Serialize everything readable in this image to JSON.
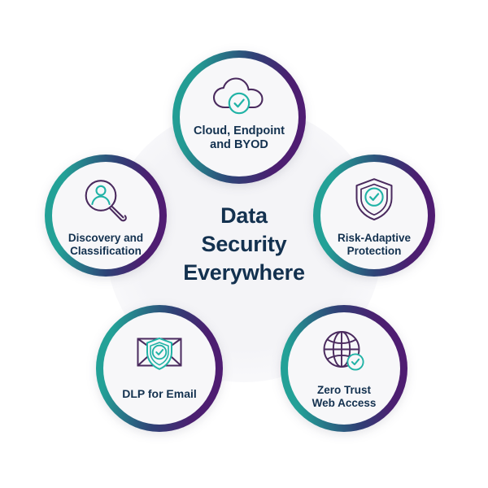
{
  "diagram": {
    "title": "Data Security Everywhere",
    "center": {
      "lines": [
        "Data",
        "Security",
        "Everywhere"
      ]
    },
    "colors": {
      "ring_start_teal": "#23a197",
      "ring_mid_blue": "#2f4276",
      "ring_end_purple": "#4e1d72",
      "icon_purple": "#4a2a5e",
      "icon_teal": "#21b3a6",
      "text_navy": "#13314f",
      "node_fill": "#f7f7f9",
      "background": "#ffffff"
    },
    "nodes": [
      {
        "id": "cloud",
        "label": "Cloud, Endpoint\nand BYOD",
        "label_lines": [
          "Cloud, Endpoint",
          "and BYOD"
        ],
        "icon": "cloud-check-icon",
        "position": "top"
      },
      {
        "id": "risk",
        "label": "Risk-Adaptive\nProtection",
        "label_lines": [
          "Risk-Adaptive",
          "Protection"
        ],
        "icon": "shield-check-icon",
        "position": "right"
      },
      {
        "id": "zerotrust",
        "label": "Zero Trust\nWeb Access",
        "label_lines": [
          "Zero Trust",
          "Web Access"
        ],
        "icon": "globe-check-icon",
        "position": "bottom-right"
      },
      {
        "id": "dlp",
        "label": "DLP for Email",
        "label_lines": [
          "DLP for Email"
        ],
        "icon": "envelope-shield-check-icon",
        "position": "bottom-left"
      },
      {
        "id": "discovery",
        "label": "Discovery and\nClassification",
        "label_lines": [
          "Discovery and",
          "Classification"
        ],
        "icon": "magnifier-person-icon",
        "position": "left"
      }
    ]
  }
}
